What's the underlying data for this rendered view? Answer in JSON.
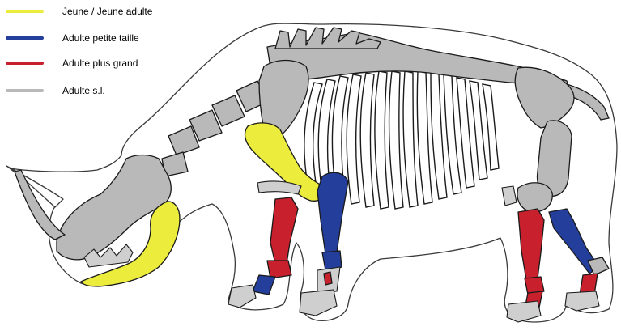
{
  "legend": {
    "items": [
      {
        "label": "Jeune / Jeune adulte",
        "color": "#ecec3c"
      },
      {
        "label": "Adulte petite taille",
        "color": "#243e9c"
      },
      {
        "label": "Adulte plus grand",
        "color": "#c8202c"
      },
      {
        "label": "Adulte s.l.",
        "color": "#b9b9b9"
      }
    ]
  }
}
